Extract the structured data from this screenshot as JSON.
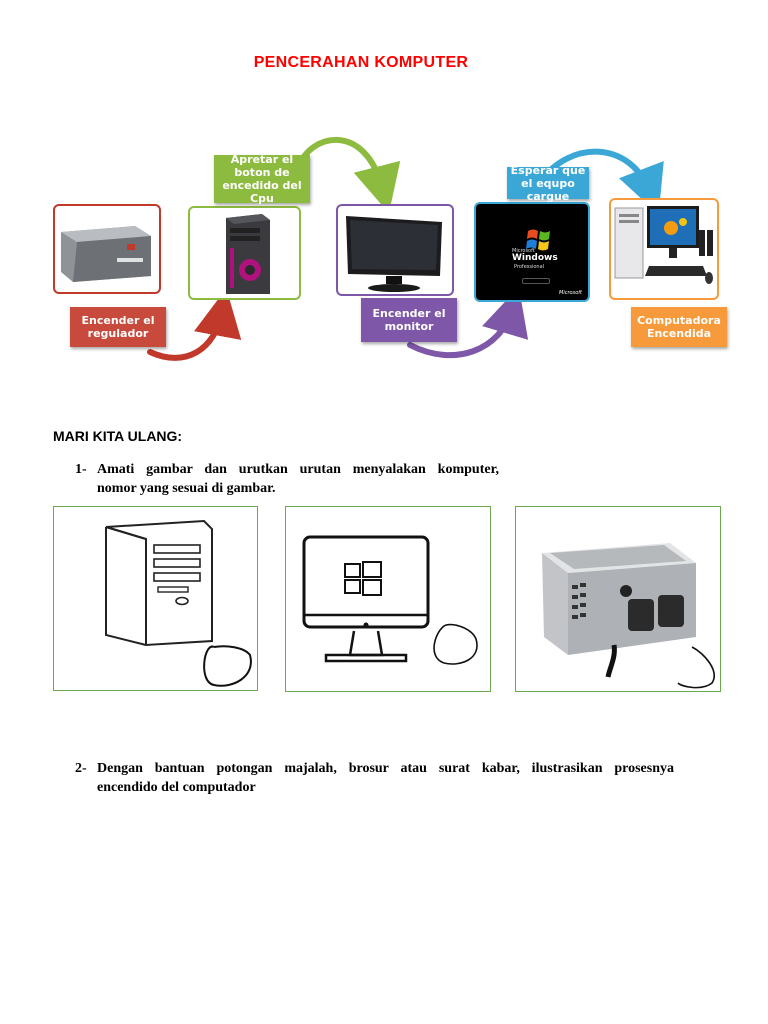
{
  "page": {
    "title": "PENCERAHAN KOMPUTER"
  },
  "diagram": {
    "steps": [
      {
        "label": "Encender el regulador",
        "color": "#c0392b"
      },
      {
        "label": "Apretar el boton de encedido del Cpu",
        "color": "#8dbb3f"
      },
      {
        "label": "Encender el monitor",
        "color": "#7e57a8"
      },
      {
        "label": "Esperar que el equpo cargue",
        "color": "#3aa7d6"
      },
      {
        "label": "Computadora Encendida",
        "color": "#f79a3b"
      }
    ],
    "windows_screen": {
      "brand_small": "Microsoft",
      "brand": "Windows",
      "edition": "Professional",
      "corner": "Microsoft"
    }
  },
  "section": {
    "heading": "MARI KITA ULANG:",
    "q1": {
      "number": "1-",
      "line1": "Amati gambar dan urutkan urutan menyalakan komputer,",
      "line2": "nomor yang sesuai di gambar."
    },
    "q2": {
      "number": "2-",
      "line1": "Dengan bantuan potongan majalah, brosur atau surat kabar, ilustrasikan prosesnya",
      "line2": "encendido del computador"
    }
  }
}
